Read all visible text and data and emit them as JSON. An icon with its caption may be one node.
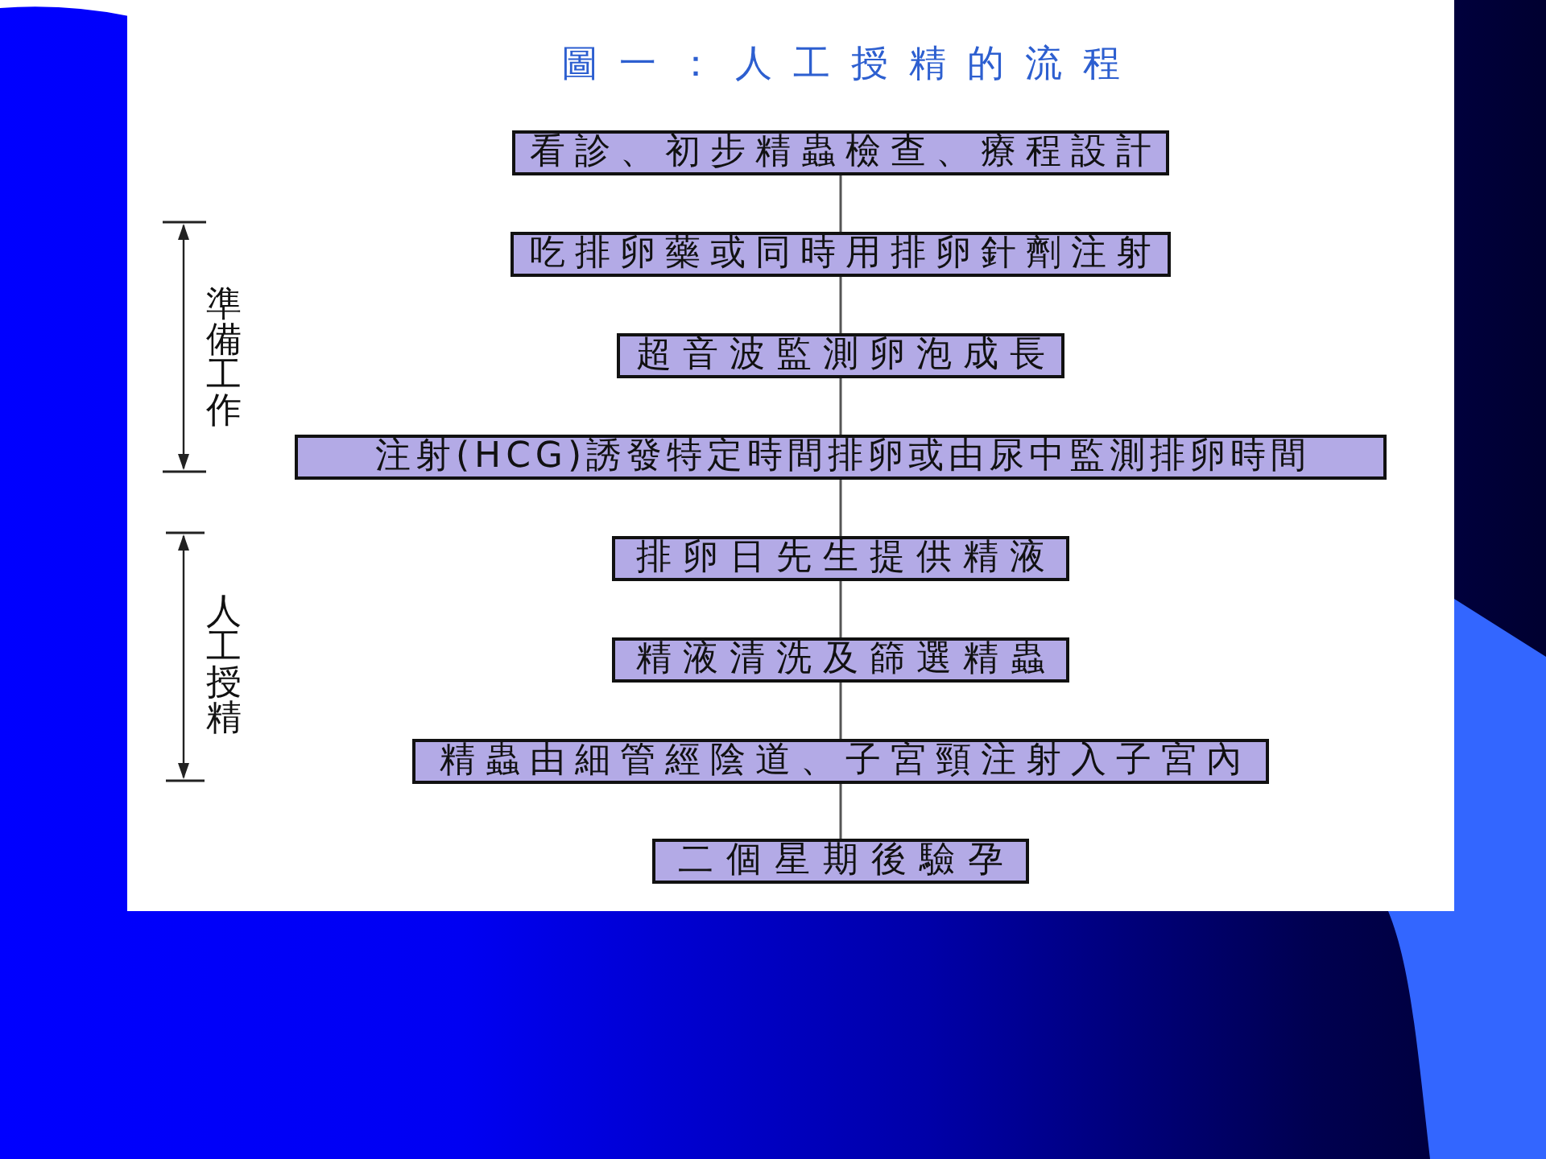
{
  "diagram": {
    "title": "圖一：人工授精的流程",
    "nodes": [
      {
        "text": [
          "看診、初步精蟲檢查、療程設計"
        ]
      },
      {
        "text": [
          "吃排卵藥或同時用排卵針劑注射"
        ]
      },
      {
        "text": [
          "超音波監測卵泡成長"
        ]
      },
      {
        "text": [
          "注射(HCG)誘發特定時間排卵或由尿中監測排卵時間"
        ]
      },
      {
        "text": [
          "排卵日先生提供精液"
        ]
      },
      {
        "text": [
          "精液清洗及篩選精蟲"
        ]
      },
      {
        "text": [
          "精蟲由細管經陰道、子宮頸注射入子宮內"
        ]
      },
      {
        "text": [
          "二個星期後驗孕"
        ]
      }
    ],
    "edges": [
      {
        "from": 0,
        "to": 1,
        "arrow": "none"
      },
      {
        "from": 1,
        "to": 2,
        "arrow": "none"
      },
      {
        "from": 2,
        "to": 3,
        "arrow": "none"
      },
      {
        "from": 3,
        "to": 4,
        "arrow": "none"
      },
      {
        "from": 4,
        "to": 5,
        "arrow": "none"
      },
      {
        "from": 5,
        "to": 6,
        "arrow": "none"
      },
      {
        "from": 6,
        "to": 7,
        "arrow": "none"
      }
    ],
    "labels": [
      "準備工作",
      "人工授精"
    ]
  }
}
